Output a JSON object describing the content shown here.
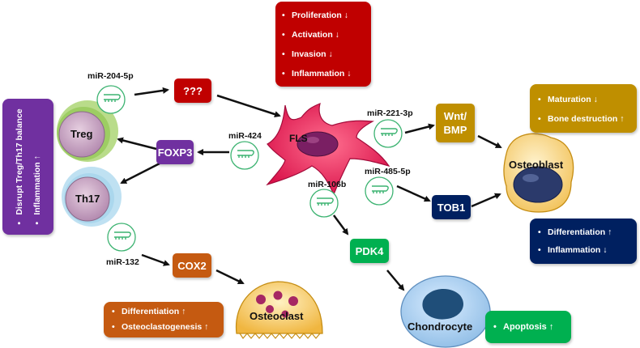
{
  "nodes": {
    "unknown": "???",
    "foxp3": "FOXP3",
    "cox2": "COX2",
    "wnt_bmp": [
      "Wnt/",
      "BMP"
    ],
    "tob1": "TOB1",
    "pdk4": "PDK4"
  },
  "cells": {
    "treg": "Treg",
    "th17": "Th17",
    "fls": "FLS",
    "osteoblast": "Osteoblast",
    "osteoclast": "Osteoclast",
    "chondrocyte": "Chondrocyte"
  },
  "mirnas": {
    "mir_204_5p": "miR-204-5p",
    "mir_424": "miR-424",
    "mir_132": "miR-132",
    "mir_221_3p": "miR-221-3p",
    "mir_485_5p": "miR-485-5p",
    "mir_106b": "miR-106b"
  },
  "fls_effects": [
    "Proliferation ↓",
    "Activation ↓",
    "Invasion ↓",
    "Inflammation ↓"
  ],
  "treg_th17_effects": [
    "Disrupt Treg/Th17 balance",
    "Inflammation ↑"
  ],
  "osteoblast_effects_top": [
    "Maturation ↓",
    "Bone destruction ↑"
  ],
  "osteoblast_effects_bottom": [
    "Differentiation ↑",
    "Inflammation ↓"
  ],
  "osteoclast_effects": [
    "Differentiation ↑",
    "Osteoclastogenesis ↑"
  ],
  "chondrocyte_effects": [
    "Apoptosis ↑"
  ],
  "colors": {
    "red": "#c00000",
    "purple": "#7030a0",
    "orange": "#c55a11",
    "gold": "#bf8f00",
    "navy": "#002060",
    "green": "#00b050"
  }
}
